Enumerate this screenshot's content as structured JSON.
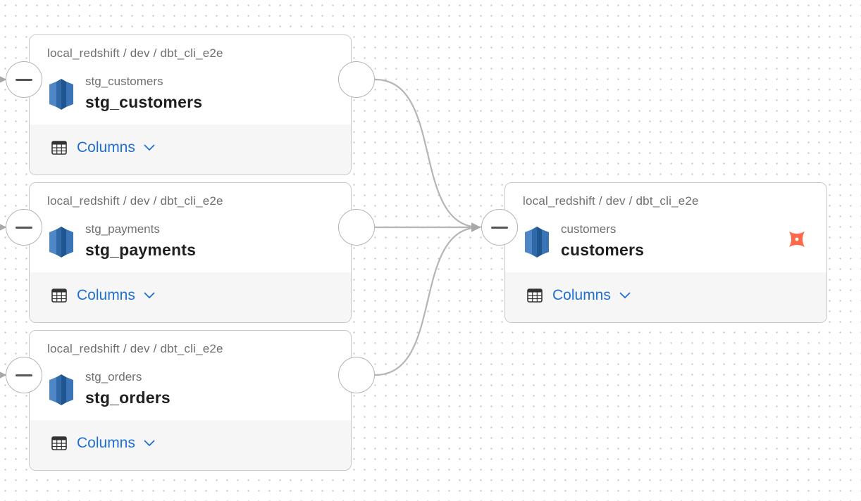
{
  "nodes": [
    {
      "id": "stg_customers",
      "path": "local_redshift / dev / dbt_cli_e2e",
      "sub": "stg_customers",
      "title": "stg_customers",
      "columns_label": "Columns",
      "icon": "redshift-icon"
    },
    {
      "id": "stg_payments",
      "path": "local_redshift / dev / dbt_cli_e2e",
      "sub": "stg_payments",
      "title": "stg_payments",
      "columns_label": "Columns",
      "icon": "redshift-icon"
    },
    {
      "id": "stg_orders",
      "path": "local_redshift / dev / dbt_cli_e2e",
      "sub": "stg_orders",
      "title": "stg_orders",
      "columns_label": "Columns",
      "icon": "redshift-icon"
    },
    {
      "id": "customers",
      "path": "local_redshift / dev / dbt_cli_e2e",
      "sub": "customers",
      "title": "customers",
      "columns_label": "Columns",
      "icon": "redshift-icon",
      "badge_icon": "dbt-icon"
    }
  ],
  "edges": [
    {
      "from": "stg_customers",
      "to": "customers"
    },
    {
      "from": "stg_payments",
      "to": "customers"
    },
    {
      "from": "stg_orders",
      "to": "customers"
    }
  ],
  "colors": {
    "redshift_light": "#4f86c6",
    "redshift_dark": "#20568f",
    "link_blue": "#1f6fd1",
    "dbt_orange": "#ff694b",
    "edge_gray": "#b5b5b5"
  }
}
